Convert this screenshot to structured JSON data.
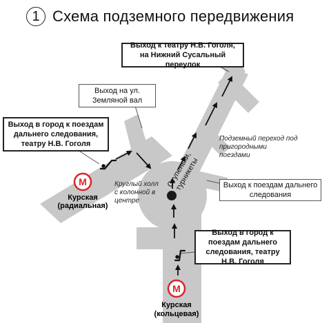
{
  "title": {
    "number": "1",
    "text": "Схема подземного передвижения"
  },
  "callouts": {
    "gogol_theatre_exit": "Выход к театру Н.В. Гоголя, на Нижний Сусальный переулок",
    "zemlyanoy_val_exit": "Выход на ул. Земляной вал",
    "left_exit": "Выход в город к поездам дальнего следования, театру Н.В. Гоголя",
    "bottom_exit": "Выход в город к поездам дальнего следования, театру Н.В. Гоголя",
    "long_distance_trains_exit": "Выход к поездам дальнего следования"
  },
  "notes": {
    "underpass": "Подземный переход под пригородными поездами",
    "round_hall": "Круглый холл с колонной в центре",
    "steps_turnstiles_line1": "Ступеньки,",
    "steps_turnstiles_line2": "турникеты"
  },
  "stations": {
    "radial_name": "Курская",
    "radial_line": "(радиальная)",
    "ring_name": "Курская",
    "ring_line": "(кольцевая)",
    "metro_symbol": "М"
  },
  "colors": {
    "corridor": "#c8c8c8",
    "metro_red": "#d8262d",
    "arrow": "#111111",
    "column": "#1a1a1a"
  },
  "icons": {
    "escalator": "escalator-icon",
    "metro": "metro-logo-icon",
    "arrow": "direction-arrow-icon"
  }
}
